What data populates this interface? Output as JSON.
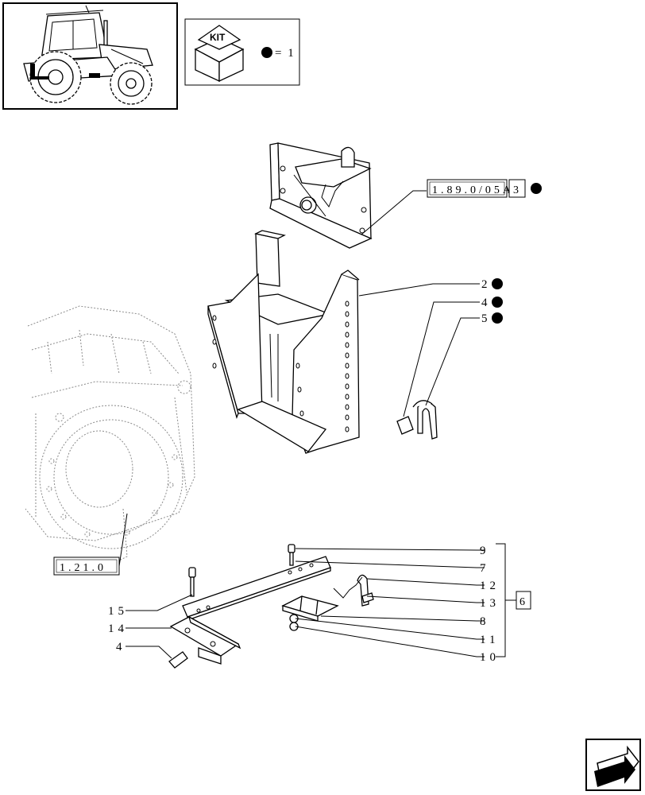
{
  "kit_legend": {
    "label": "KIT",
    "quantity_text": "= 1"
  },
  "references": {
    "ref_top": "1.89.0/05A",
    "ref_top_item": "3",
    "ref_bottom": "1.21.0",
    "group_box": "6"
  },
  "callouts": {
    "c2": "2",
    "c4a": "4",
    "c5": "5",
    "c9": "9",
    "c7": "7",
    "c12": "12",
    "c13": "13",
    "c8": "8",
    "c11": "11",
    "c10": "10",
    "c15": "15",
    "c14": "14",
    "c4b": "4"
  },
  "icons": {
    "kit_marker": "filled-circle",
    "nav": "next-page-arrow"
  }
}
